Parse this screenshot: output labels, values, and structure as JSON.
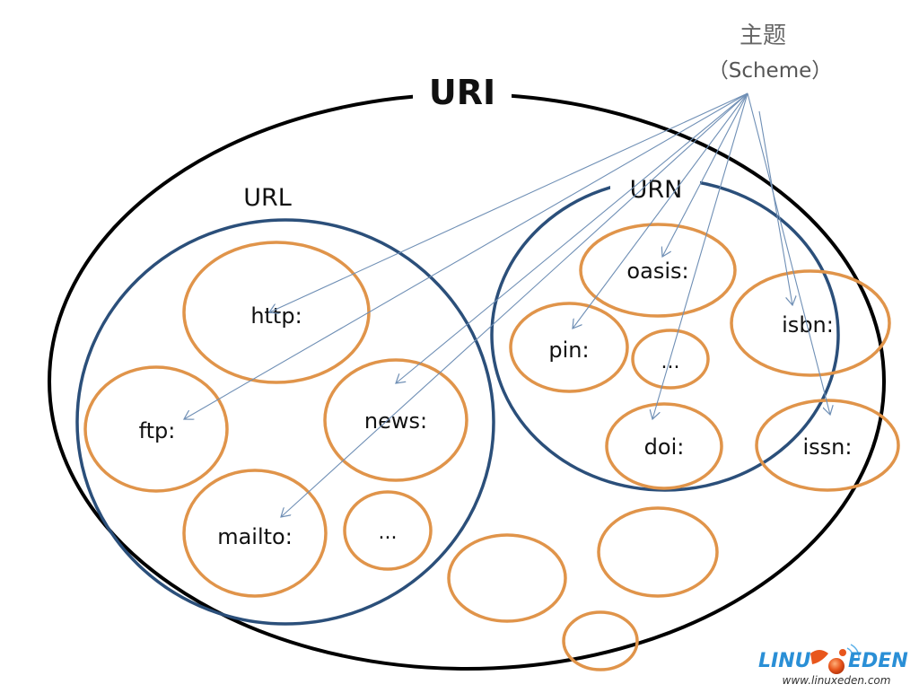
{
  "diagram": {
    "title": "URI",
    "scheme_label_cn": "主题",
    "scheme_label_en": "（Scheme）",
    "colors": {
      "uri_outline": "#000000",
      "group_outline": "#2b4f7a",
      "scheme_outline": "#e0944a",
      "arrow": "#6f8fb5",
      "text": "#111111"
    },
    "groups": [
      {
        "id": "url",
        "label": "URL"
      },
      {
        "id": "urn",
        "label": "URN"
      }
    ],
    "url_schemes": [
      "http:",
      "ftp:",
      "news:",
      "mailto:",
      "..."
    ],
    "urn_schemes": [
      "oasis:",
      "pin:",
      "...",
      "doi:"
    ],
    "other_schemes": [
      "isbn:",
      "issn:"
    ],
    "unlabeled_scheme_count": 3,
    "arrow_targets": [
      "http:",
      "ftp:",
      "news:",
      "mailto:",
      "oasis:",
      "pin:",
      "doi:",
      "isbn:",
      "issn:"
    ]
  },
  "watermark": {
    "brand_left": "LINU",
    "brand_right": "EDEN",
    "url": "www.linuxeden.com"
  }
}
